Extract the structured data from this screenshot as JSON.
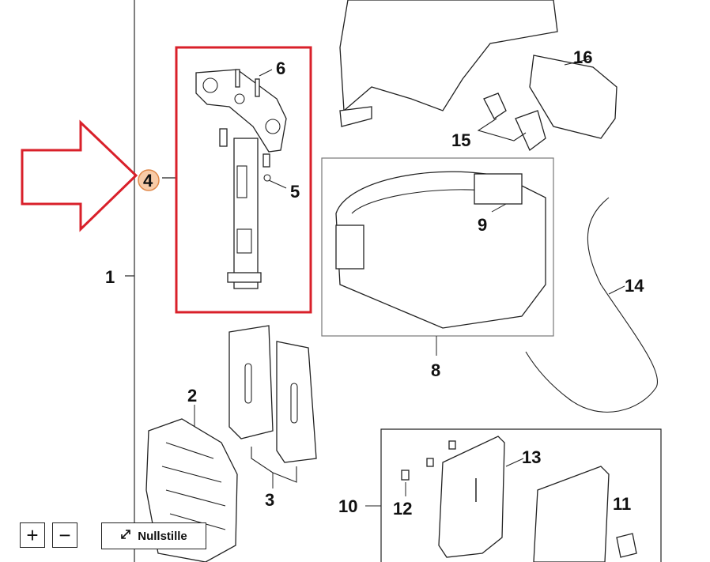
{
  "diagram": {
    "callouts": [
      "1",
      "2",
      "3",
      "4",
      "5",
      "6",
      "8",
      "9",
      "10",
      "11",
      "12",
      "13",
      "14",
      "15",
      "16"
    ],
    "highlighted_callout": "4",
    "colors": {
      "highlight_box": "#d9202a",
      "arrow": "#d9202a",
      "selected_marker": "#f5b98a"
    }
  },
  "controls": {
    "zoom_in_label": "+",
    "zoom_out_label": "−",
    "reset_label": "Nullstille",
    "reset_icon": "expand-arrows-icon"
  }
}
